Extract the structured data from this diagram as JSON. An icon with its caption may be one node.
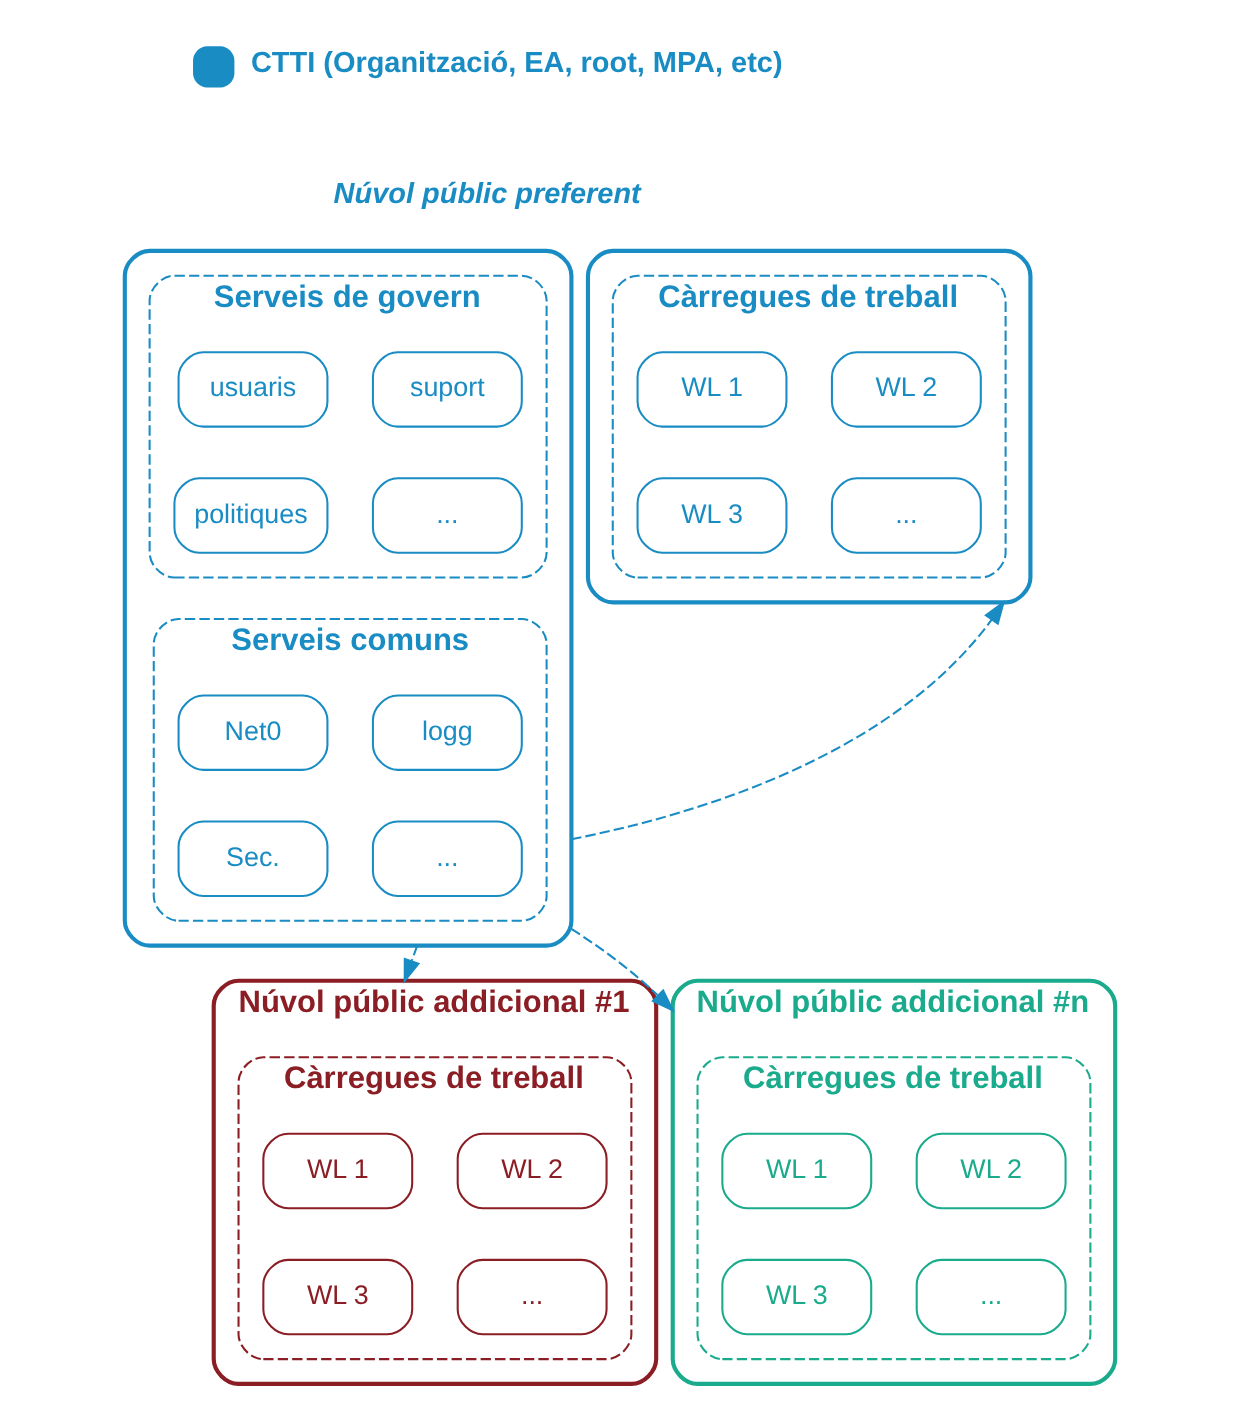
{
  "diagram": {
    "nodes": [
      {
        "text": [],
        "shape": "box"
      },
      {
        "text": [
          "Serveis de govern"
        ],
        "in": 0
      },
      {
        "text": [
          "usuaris"
        ],
        "in": 1
      },
      {
        "text": [
          "suport"
        ],
        "in": 1
      },
      {
        "text": [
          "politiques"
        ],
        "in": 1
      },
      {
        "text": [
          "..."
        ],
        "in": 1
      },
      {
        "text": [
          "Serveis comuns"
        ],
        "in": 0
      },
      {
        "text": [
          "Net0"
        ],
        "in": 6
      },
      {
        "text": [
          "logg"
        ],
        "in": 6
      },
      {
        "text": [
          "Sec."
        ],
        "in": 6
      },
      {
        "text": [
          "..."
        ],
        "in": 6
      },
      {
        "text": [],
        "shape": "box"
      },
      {
        "text": [
          "Càrregues de treball"
        ],
        "in": 11
      },
      {
        "text": [
          "WL 1"
        ],
        "in": 12
      },
      {
        "text": [
          "WL 2"
        ],
        "in": 12
      },
      {
        "text": [
          "WL 3"
        ],
        "in": 12
      },
      {
        "text": [
          "..."
        ],
        "in": 12
      },
      {
        "text": [
          "Núvol públic addicional #1"
        ]
      },
      {
        "text": [
          "Càrregues de treball"
        ],
        "in": 17
      },
      {
        "text": [
          "WL 1"
        ],
        "in": 18
      },
      {
        "text": [
          "WL 2"
        ],
        "in": 18
      },
      {
        "text": [
          "WL 3"
        ],
        "in": 18
      },
      {
        "text": [
          "..."
        ],
        "in": 18
      },
      {
        "text": [
          "Núvol públic addicional #n"
        ]
      },
      {
        "text": [
          "Càrregues de treball"
        ],
        "in": 23
      },
      {
        "text": [
          "WL 1"
        ],
        "in": 24
      },
      {
        "text": [
          "WL 2"
        ],
        "in": 24
      },
      {
        "text": [
          "WL 3"
        ],
        "in": 24
      },
      {
        "text": [
          "..."
        ],
        "in": 24
      }
    ],
    "edges": [
      {
        "from": 0,
        "to": 11,
        "arrow": "to",
        "style": "dashed"
      },
      {
        "from": 0,
        "to": 17,
        "arrow": "to",
        "style": "dashed"
      },
      {
        "from": 0,
        "to": 23,
        "arrow": "to",
        "style": "dashed"
      }
    ],
    "labels": [
      "Núvol públic preferent"
    ],
    "legend": [
      {
        "text": "CTTI (Organització, EA, root, MPA, etc)",
        "color": "#1a8cc4"
      }
    ]
  }
}
